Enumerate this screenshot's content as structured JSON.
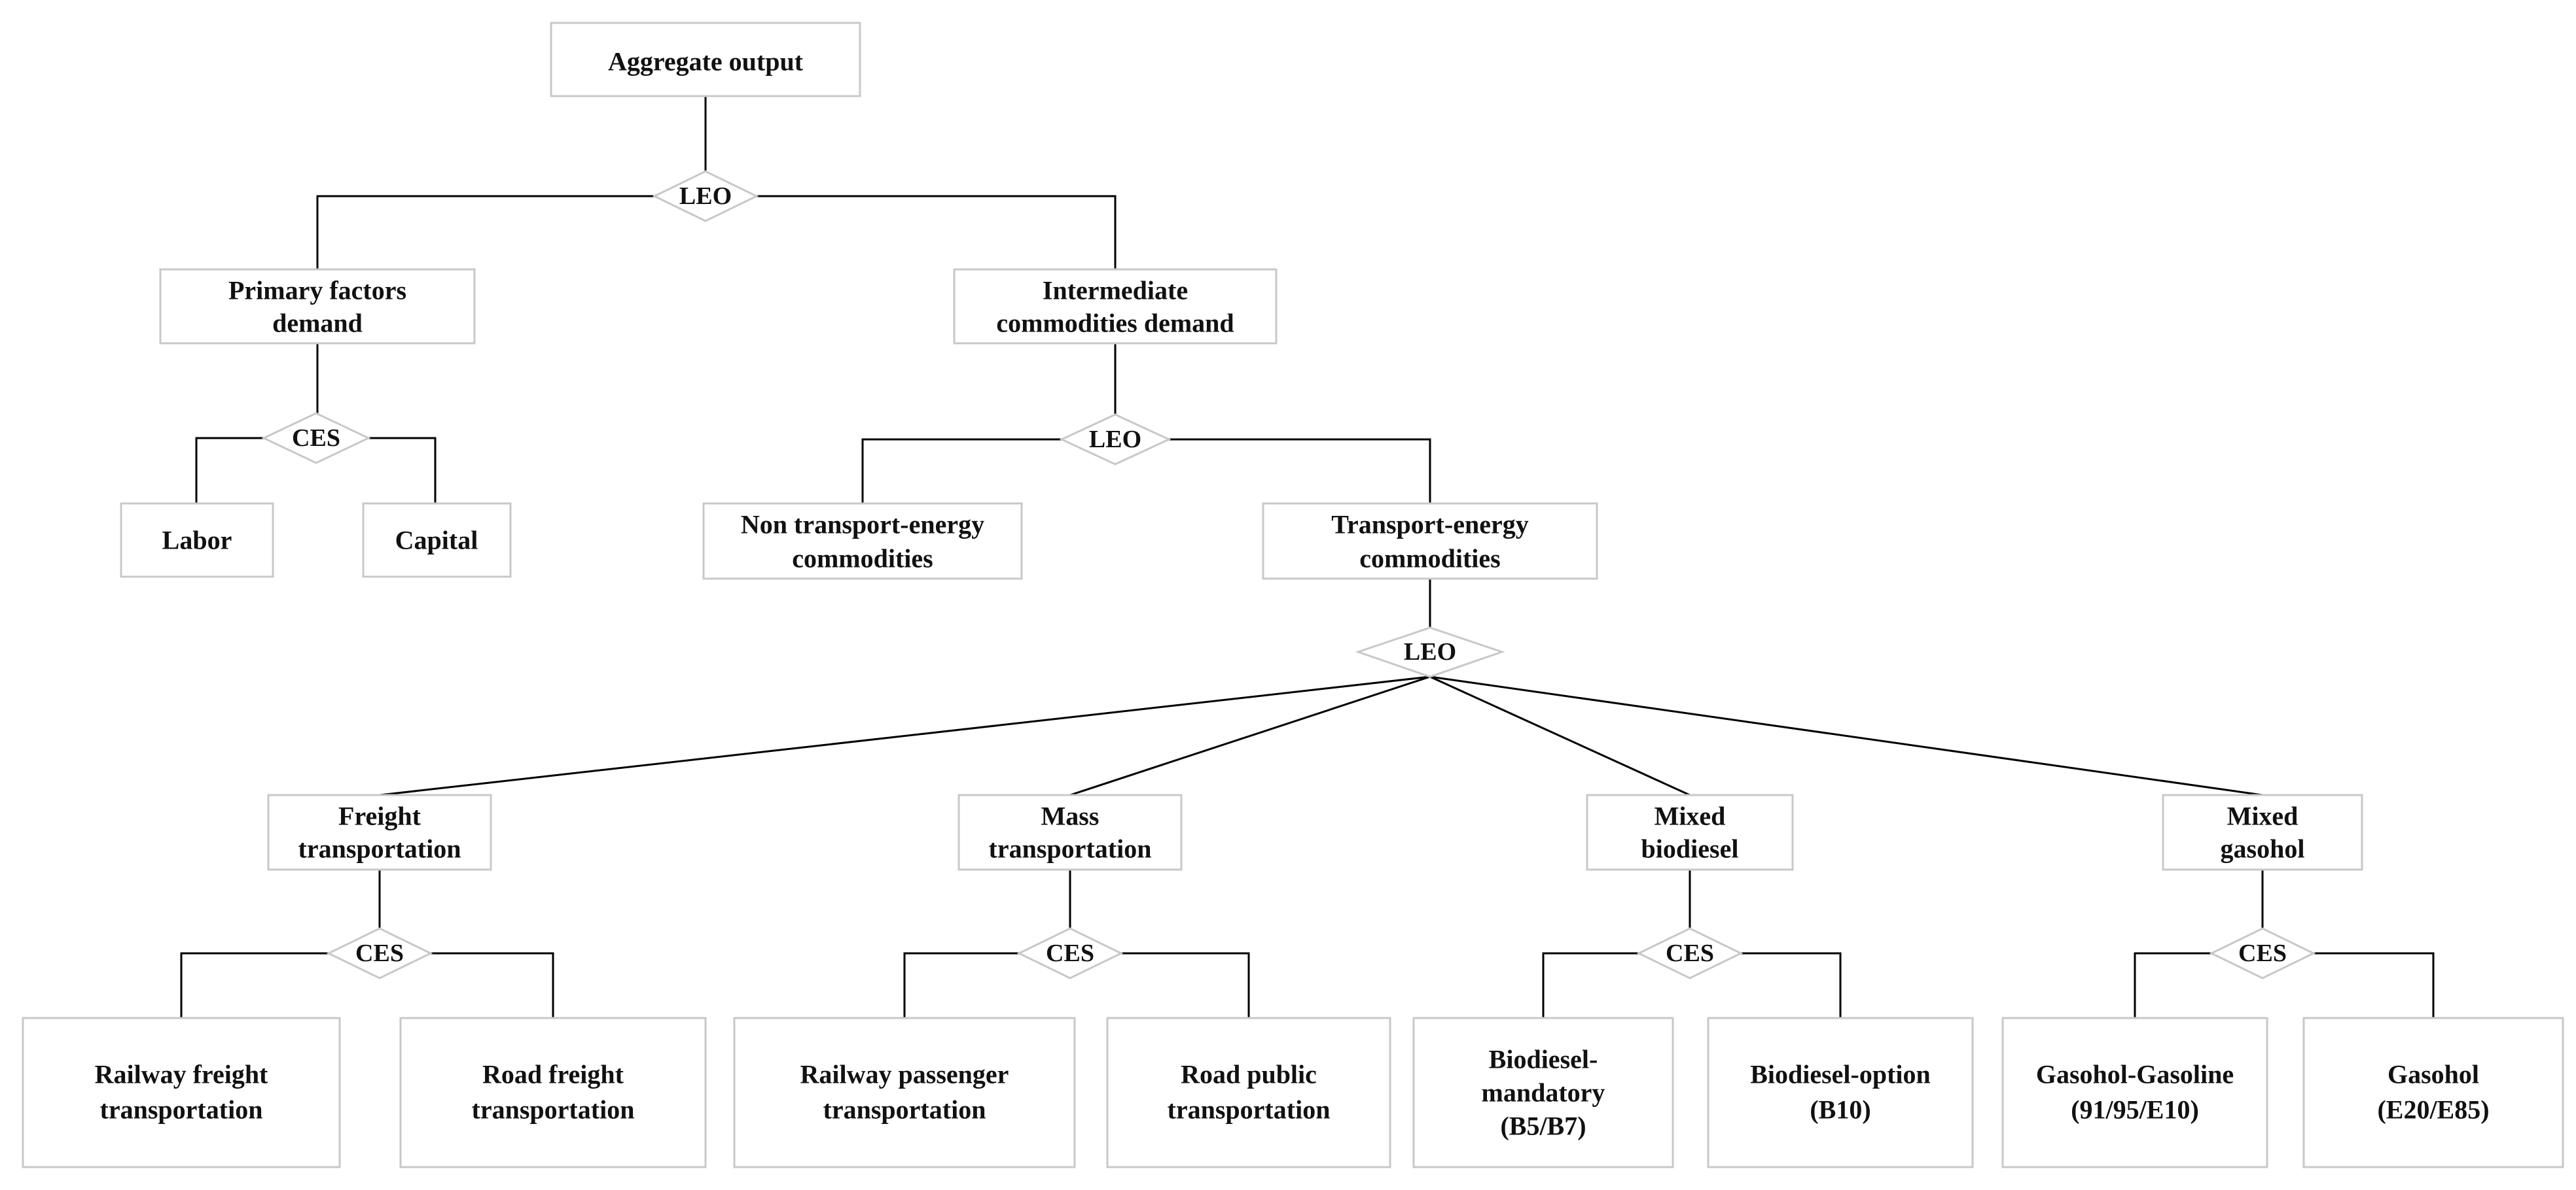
{
  "nodes": {
    "aggregate": {
      "lines": [
        "Aggregate output"
      ]
    },
    "leo_top": {
      "label": "LEO"
    },
    "primary": {
      "lines": [
        "Primary factors",
        "demand"
      ]
    },
    "intermediate": {
      "lines": [
        "Intermediate",
        "commodities demand"
      ]
    },
    "ces_primary": {
      "label": "CES"
    },
    "labor": {
      "lines": [
        "Labor"
      ]
    },
    "capital": {
      "lines": [
        "Capital"
      ]
    },
    "leo_inter": {
      "label": "LEO"
    },
    "non_transport": {
      "lines": [
        "Non transport-energy",
        "commodities"
      ]
    },
    "transport": {
      "lines": [
        "Transport-energy",
        "commodities"
      ]
    },
    "leo_transport": {
      "label": "LEO"
    },
    "freight": {
      "lines": [
        "Freight",
        "transportation"
      ]
    },
    "mass": {
      "lines": [
        "Mass",
        "transportation"
      ]
    },
    "biodiesel": {
      "lines": [
        "Mixed",
        "biodiesel"
      ]
    },
    "gasohol": {
      "lines": [
        "Mixed",
        "gasohol"
      ]
    },
    "ces_freight": {
      "label": "CES"
    },
    "ces_mass": {
      "label": "CES"
    },
    "ces_bio": {
      "label": "CES"
    },
    "ces_gas": {
      "label": "CES"
    },
    "rail_freight": {
      "lines": [
        "Railway freight",
        "transportation"
      ]
    },
    "road_freight": {
      "lines": [
        "Road freight",
        "transportation"
      ]
    },
    "rail_passenger": {
      "lines": [
        "Railway passenger",
        "transportation"
      ]
    },
    "road_public": {
      "lines": [
        "Road public",
        "transportation"
      ]
    },
    "bio_mandatory": {
      "lines": [
        "Biodiesel-",
        "mandatory",
        "(B5/B7)"
      ]
    },
    "bio_option": {
      "lines": [
        "Biodiesel-option",
        "(B10)"
      ]
    },
    "gas_gasoline": {
      "lines": [
        "Gasohol-Gasoline",
        "(91/95/E10)"
      ]
    },
    "gas_e20": {
      "lines": [
        "Gasohol",
        "(E20/E85)"
      ]
    }
  }
}
